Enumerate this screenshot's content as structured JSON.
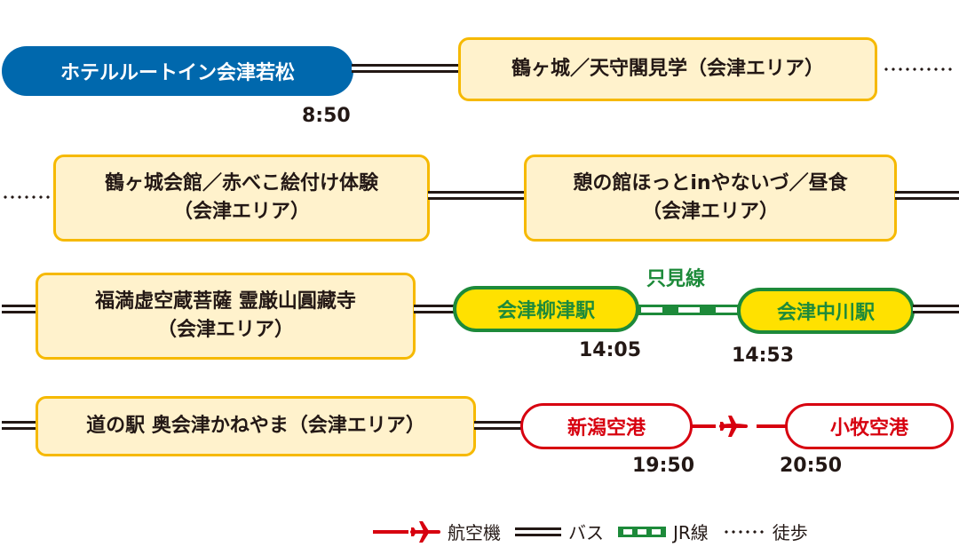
{
  "colors": {
    "hotel": "#0068ad",
    "spot_fill": "#fff2cc",
    "spot_border": "#f6b900",
    "jr": "#1d8a3a",
    "jr_station_fill": "#ffe100",
    "air": "#d7000f",
    "text": "#231815"
  },
  "rows": [
    {
      "start": {
        "type": "hotel",
        "label": "ホテルルートイン会津若松",
        "time": "8:50"
      },
      "spot": {
        "line1": "鶴ヶ城／天守閣見学（会津エリア）",
        "line2": ""
      }
    },
    {
      "spot1": {
        "line1": "鶴ヶ城会館／赤べこ絵付け体験",
        "line2": "（会津エリア）"
      },
      "spot2": {
        "line1": "憩の館ほっとinやないづ／昼食",
        "line2": "（会津エリア）"
      }
    },
    {
      "spot": {
        "line1": "福満虚空蔵菩薩 霊厳山圓藏寺",
        "line2": "（会津エリア）"
      },
      "jr_line_name": "只見線",
      "station_from": {
        "label": "会津柳津駅",
        "time": "14:05"
      },
      "station_to": {
        "label": "会津中川駅",
        "time": "14:53"
      }
    },
    {
      "spot": {
        "line1": "道の駅 奥会津かねやま（会津エリア）"
      },
      "airport_from": {
        "label": "新潟空港",
        "time": "19:50"
      },
      "airport_to": {
        "label": "小牧空港",
        "time": "20:50"
      }
    }
  ],
  "legend": {
    "airplane": "航空機",
    "bus": "バス",
    "jr": "JR線",
    "walk": "徒歩"
  }
}
